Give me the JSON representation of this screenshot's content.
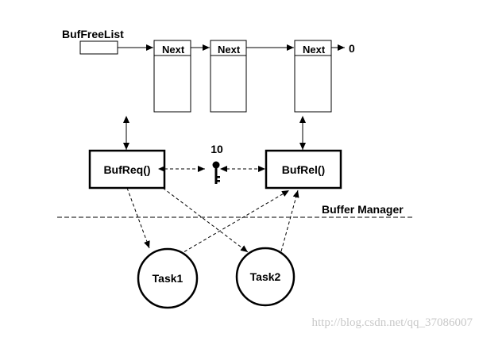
{
  "diagram": {
    "free_list_label": "BufFreeList",
    "node_labels": [
      "Next",
      "Next",
      "Next"
    ],
    "terminator_label": "0",
    "semaphore_count": "10",
    "buf_req_label": "BufReq()",
    "buf_rel_label": "BufRel()",
    "boundary_label": "Buffer Manager",
    "task1_label": "Task1",
    "task2_label": "Task2",
    "semaphore_icon": "key-icon"
  },
  "watermark": "http://blog.csdn.net/qq_37086007"
}
